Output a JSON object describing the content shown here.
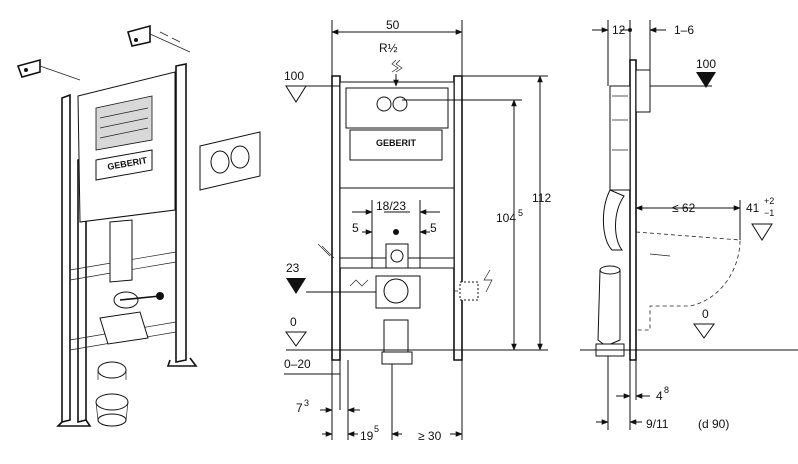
{
  "front": {
    "width": "50",
    "connection": "R½",
    "height_total": "112",
    "height_frame": "104",
    "height_frame_sup": "5",
    "pipe_spacing": "18/23",
    "offset_left": "5",
    "offset_right": "5",
    "level_top": "100",
    "level_mid": "23",
    "level_zero": "0",
    "floor_range": "0–20",
    "leg_a": "7",
    "leg_a_sup": "3",
    "leg_b": "19",
    "leg_b_sup": "5",
    "min_gap": "≥ 30"
  },
  "side": {
    "depth_a": "12",
    "depth_b": "1–6",
    "level_top": "100",
    "max_dist": "≤ 62",
    "height_seat": "41",
    "tol_plus": "+2",
    "tol_minus": "−1",
    "level_zero": "0",
    "pipe_off": "4",
    "pipe_off_sup": "8",
    "pipe_dia": "9/11",
    "pipe_note": "(d 90)"
  }
}
